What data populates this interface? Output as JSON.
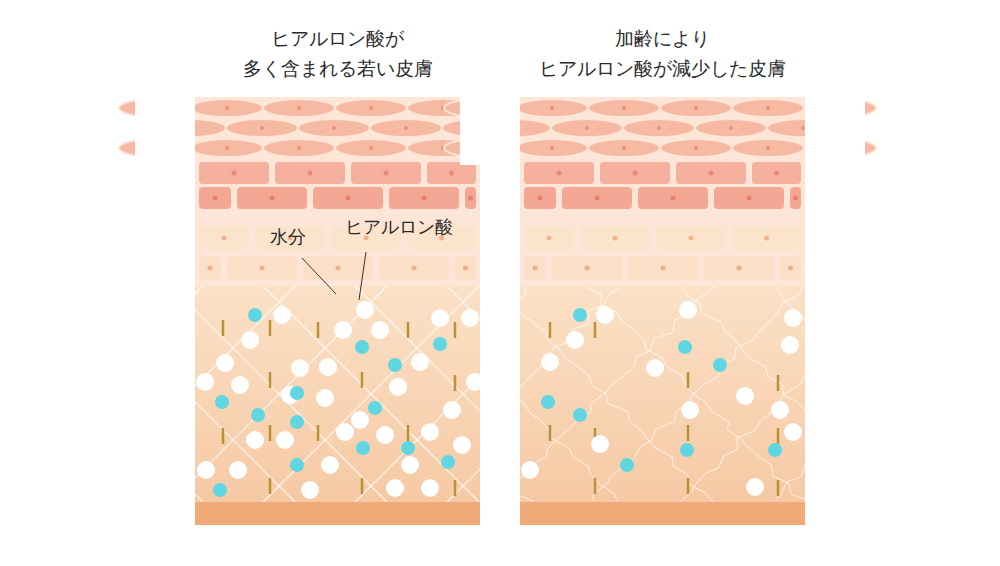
{
  "diagram": {
    "nodes": [
      {
        "text": [
          "ヒアルロン酸が 多く含まれる若い皮膚"
        ]
      },
      {
        "text": [
          "加齢により ヒアルロン酸が減少した皮膚"
        ]
      }
    ],
    "labels": [
      "水分",
      "ヒアルロン酸"
    ]
  }
}
